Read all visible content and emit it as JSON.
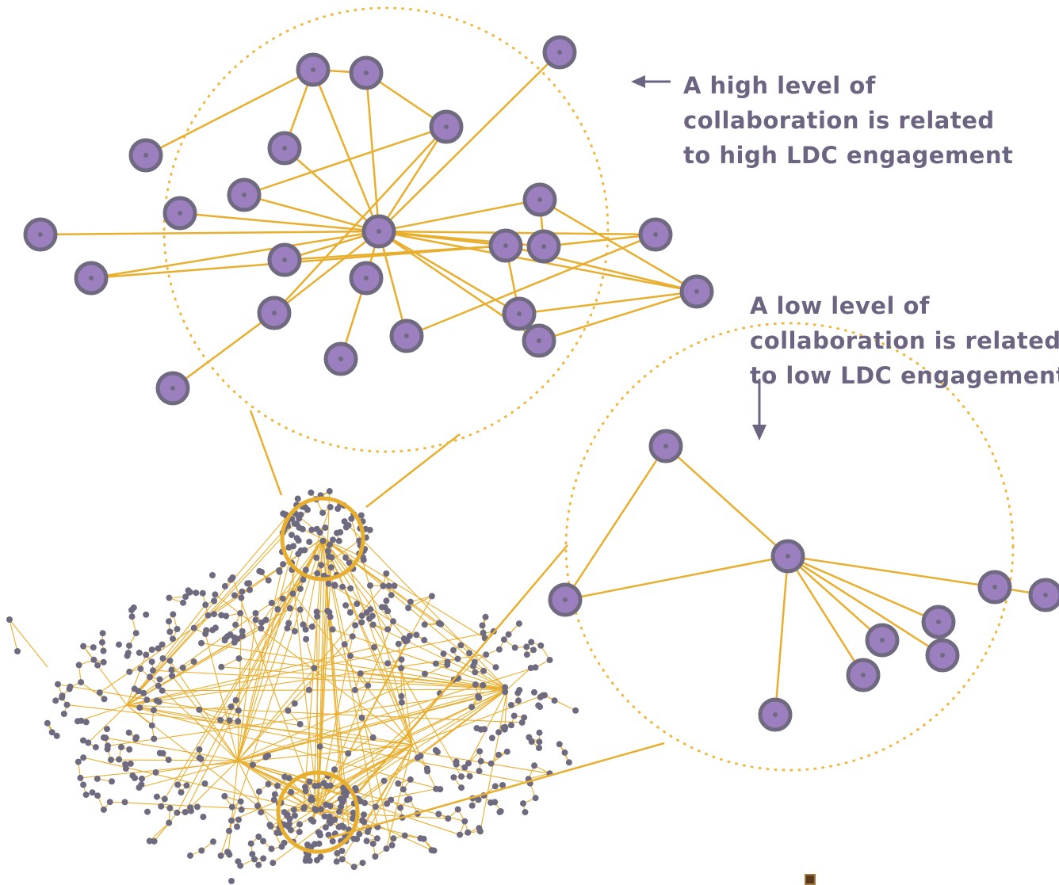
{
  "annotations": {
    "high": {
      "lines": [
        "A high level of",
        "collaboration is related",
        "to high LDC engagement"
      ]
    },
    "low": {
      "lines": [
        "A low level of",
        "collaboration is related",
        "to low LDC engagement"
      ]
    }
  },
  "colors": {
    "node_fill": "#9b7fbf",
    "node_stroke": "#6f6a80",
    "edge": "#e8ae2e",
    "dotted_circle": "#efb73e",
    "highlight_ring": "#e8ae2e",
    "small_node": "#6e6a80",
    "text": "#6d6482",
    "arrow": "#6d6482"
  },
  "icons": {
    "left_arrow": "arrow-left-icon",
    "down_arrow": "arrow-down-icon"
  }
}
